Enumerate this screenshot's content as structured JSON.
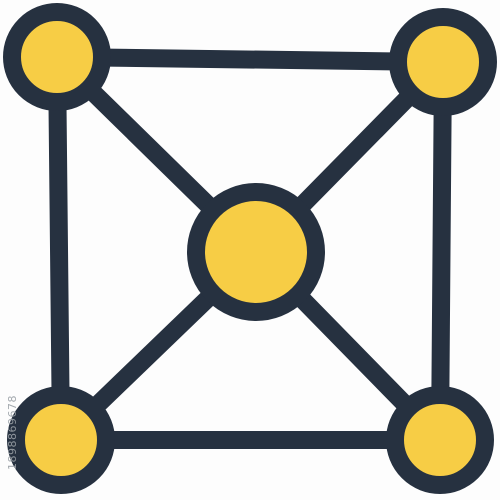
{
  "icon": {
    "name": "network-nodes-icon",
    "colors": {
      "background": "#fdfdfd",
      "outline": "#263140",
      "node_fill": "#f7cd45"
    },
    "nodes": [
      "top-left",
      "top-right",
      "center",
      "bottom-left",
      "bottom-right"
    ]
  },
  "watermark": {
    "id_text": "1898869678"
  }
}
